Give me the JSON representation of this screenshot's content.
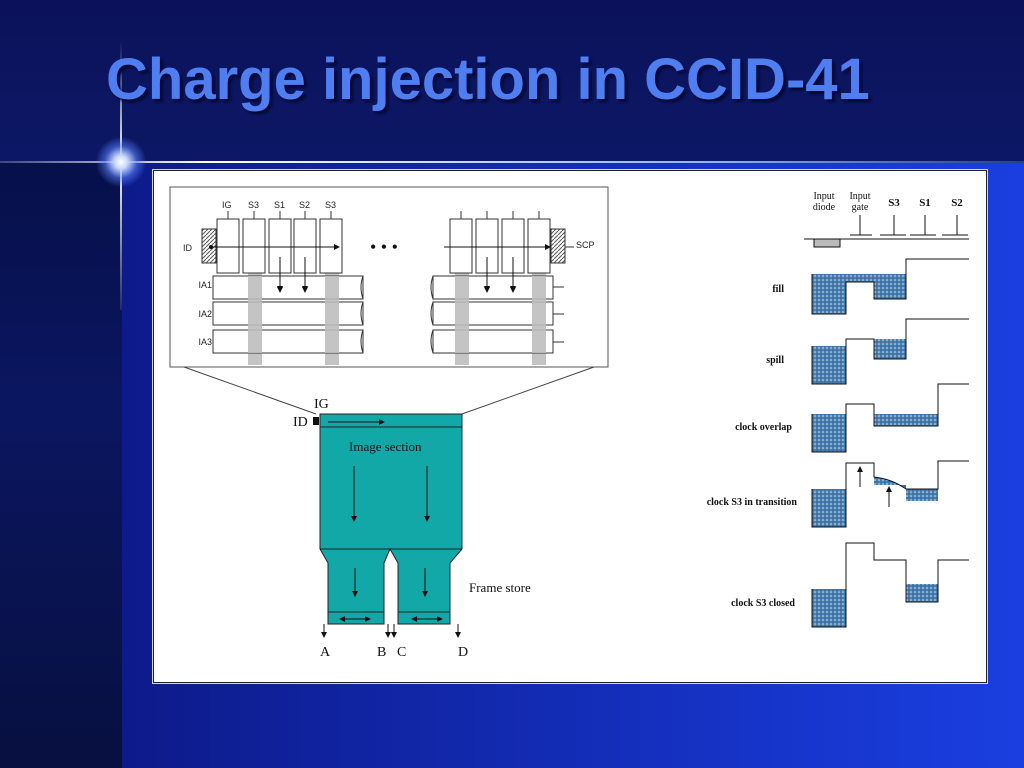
{
  "slide": {
    "title": "Charge injection in CCID-41"
  },
  "inset": {
    "gate_labels": [
      "IG",
      "S3",
      "S1",
      "S2",
      "S3"
    ],
    "id_label": "ID",
    "scp_label": "SCP",
    "row_labels": [
      "IA1",
      "IA2",
      "IA3"
    ],
    "ellipsis": "• • •"
  },
  "chip": {
    "ig_label": "IG",
    "id_label": "ID",
    "image_section_label": "Image section",
    "frame_store_label": "Frame store",
    "output_labels": [
      "A",
      "B",
      "C",
      "D"
    ]
  },
  "potential": {
    "header_labels": [
      {
        "line1": "Input",
        "line2": "diode"
      },
      {
        "line1": "Input",
        "line2": "gate"
      },
      {
        "line1": "S3",
        "line2": ""
      },
      {
        "line1": "S1",
        "line2": ""
      },
      {
        "line1": "S2",
        "line2": ""
      }
    ],
    "rows": [
      {
        "label": "fill"
      },
      {
        "label": "spill"
      },
      {
        "label": "clock overlap"
      },
      {
        "label": "clock S3 in transition"
      },
      {
        "label": "clock S3 closed"
      }
    ]
  },
  "colors": {
    "chip_teal": "#12a8a8",
    "charge_blue": "#4a7fb0",
    "title_blue": "#4f7ef0"
  }
}
